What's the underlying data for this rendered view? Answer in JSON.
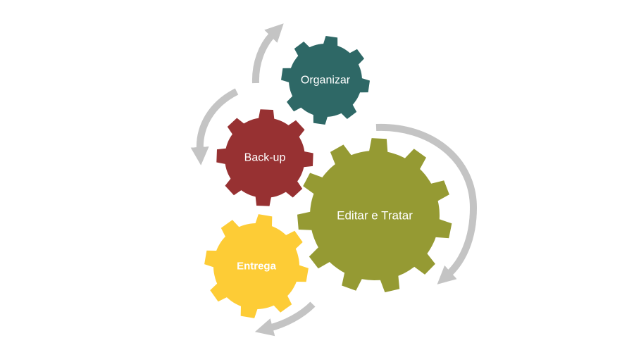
{
  "diagram": {
    "gears": [
      {
        "id": "organizar",
        "label": "Organizar",
        "color": "#2e6866",
        "bold": false
      },
      {
        "id": "backup",
        "label": "Back-up",
        "color": "#973132",
        "bold": false
      },
      {
        "id": "editar",
        "label": "Editar e Tratar",
        "color": "#959a33",
        "bold": false
      },
      {
        "id": "entrega",
        "label": "Entrega",
        "color": "#fdcc36",
        "bold": true
      }
    ],
    "arrow_color": "#c4c4c4"
  }
}
